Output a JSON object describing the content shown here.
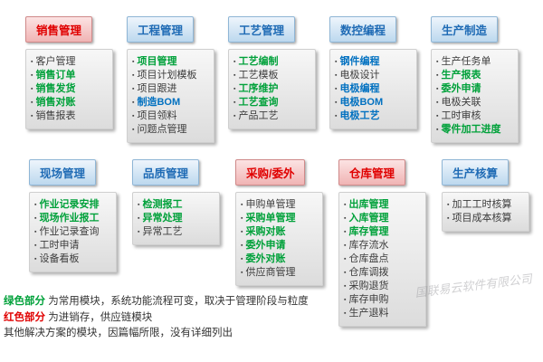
{
  "rows": [
    {
      "groups": [
        {
          "title": "销售管理",
          "color": "red",
          "items": [
            {
              "label": "客户管理",
              "style": "plain"
            },
            {
              "label": "销售订单",
              "style": "green"
            },
            {
              "label": "销售发货",
              "style": "green"
            },
            {
              "label": "销售对账",
              "style": "green"
            },
            {
              "label": "销售报表",
              "style": "plain"
            }
          ]
        },
        {
          "title": "工程管理",
          "color": "blue",
          "items": [
            {
              "label": "项目管理",
              "style": "green"
            },
            {
              "label": "项目计划模板",
              "style": "plain"
            },
            {
              "label": "项目跟进",
              "style": "plain"
            },
            {
              "label": "制造BOM",
              "style": "blue"
            },
            {
              "label": "项目领料",
              "style": "plain"
            },
            {
              "label": "问题点管理",
              "style": "plain"
            }
          ]
        },
        {
          "title": "工艺管理",
          "color": "blue",
          "items": [
            {
              "label": "工艺编制",
              "style": "green"
            },
            {
              "label": "工艺模板",
              "style": "plain"
            },
            {
              "label": "工序维护",
              "style": "green"
            },
            {
              "label": "工艺查询",
              "style": "green"
            },
            {
              "label": "产品工艺",
              "style": "plain"
            }
          ]
        },
        {
          "title": "数控编程",
          "color": "blue",
          "items": [
            {
              "label": "钢件编程",
              "style": "blue"
            },
            {
              "label": "电极设计",
              "style": "plain"
            },
            {
              "label": "电极编程",
              "style": "blue"
            },
            {
              "label": "电极BOM",
              "style": "blue"
            },
            {
              "label": "电极工艺",
              "style": "blue"
            }
          ]
        },
        {
          "title": "生产制造",
          "color": "blue",
          "items": [
            {
              "label": "生产任务单",
              "style": "plain"
            },
            {
              "label": "生产报表",
              "style": "green"
            },
            {
              "label": "委外申请",
              "style": "green"
            },
            {
              "label": "电极关联",
              "style": "plain"
            },
            {
              "label": "工时审核",
              "style": "plain"
            },
            {
              "label": "零件加工进度",
              "style": "green"
            }
          ]
        }
      ]
    },
    {
      "groups": [
        {
          "title": "现场管理",
          "color": "blue",
          "items": [
            {
              "label": "作业记录安排",
              "style": "green"
            },
            {
              "label": "现场作业报工",
              "style": "green"
            },
            {
              "label": "作业记录查询",
              "style": "plain"
            },
            {
              "label": "工时申请",
              "style": "plain"
            },
            {
              "label": "设备看板",
              "style": "plain"
            }
          ]
        },
        {
          "title": "品质管理",
          "color": "blue",
          "items": [
            {
              "label": "检测报工",
              "style": "green"
            },
            {
              "label": "异常处理",
              "style": "green"
            },
            {
              "label": "异常工艺",
              "style": "plain"
            }
          ]
        },
        {
          "title": "采购/委外",
          "color": "red",
          "items": [
            {
              "label": "申购单管理",
              "style": "plain"
            },
            {
              "label": "采购单管理",
              "style": "green"
            },
            {
              "label": "采购对账",
              "style": "green"
            },
            {
              "label": "委外申请",
              "style": "green"
            },
            {
              "label": "委外对账",
              "style": "green"
            },
            {
              "label": "供应商管理",
              "style": "plain"
            }
          ]
        },
        {
          "title": "仓库管理",
          "color": "red",
          "items": [
            {
              "label": "出库管理",
              "style": "green"
            },
            {
              "label": "入库管理",
              "style": "green"
            },
            {
              "label": "库存管理",
              "style": "green"
            },
            {
              "label": "库存流水",
              "style": "plain"
            },
            {
              "label": "仓库盘点",
              "style": "plain"
            },
            {
              "label": "仓库调拨",
              "style": "plain"
            },
            {
              "label": "采购退货",
              "style": "plain"
            },
            {
              "label": "库存申购",
              "style": "plain"
            },
            {
              "label": "生产退料",
              "style": "plain"
            }
          ]
        },
        {
          "title": "生产核算",
          "color": "blue",
          "items": [
            {
              "label": "加工工时核算",
              "style": "plain"
            },
            {
              "label": "项目成本核算",
              "style": "plain"
            }
          ]
        }
      ]
    }
  ],
  "notes": {
    "line1_highlight": "绿色部分",
    "line1_rest": " 为常用模块，系统功能流程可变，取决于管理阶段与粒度",
    "line2_highlight": "红色部分",
    "line2_rest": " 为进销存，供应链模块",
    "line3": "其他解决方案的模块，因篇幅所限，没有详细列出"
  },
  "watermark": "国联易云软件有限公司",
  "colors": {
    "green_module": "#00a13a",
    "red_header": "#e00000",
    "blue_module": "#0070c0",
    "blue_header": "#1f6bb5"
  }
}
